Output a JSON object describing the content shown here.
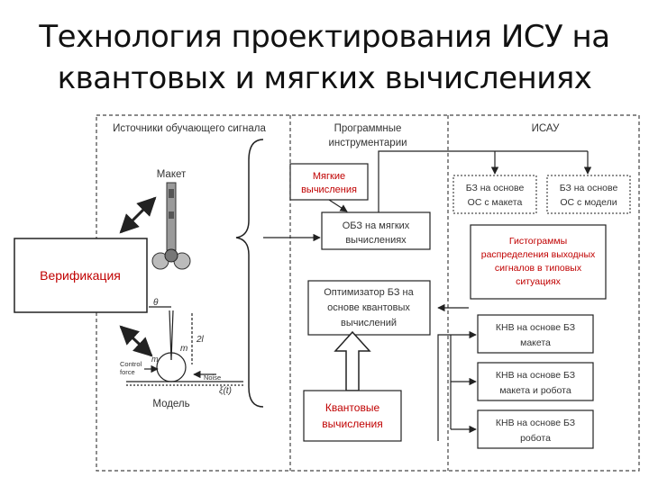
{
  "title": {
    "line1": "Технология проектирования ИСУ на",
    "line2": "квантовых и мягких вычислениях"
  },
  "sections": {
    "sources": "Источники обучающего сигнала",
    "tools_line1": "Программные",
    "tools_line2": "инструментарии",
    "isau": "ИСАУ"
  },
  "sources": {
    "maket": "Макет",
    "model": "Модель",
    "control_force_1": "Control",
    "control_force_2": "force",
    "noise": "Noise",
    "var_theta": "θ",
    "var_m": "m",
    "var_2l": "2l",
    "var_m2": "m",
    "var_t": "ξ(t)"
  },
  "blocks": {
    "soft_line1": "Мягкие",
    "soft_line2": "вычисления",
    "verification": "Верификация",
    "obz_line1": "ОБЗ на мягких",
    "obz_line2": "вычислениях",
    "optimizer_line1": "Оптимизатор БЗ на",
    "optimizer_line2": "основе квантовых",
    "optimizer_line3": "вычислений",
    "quantum_line1": "Квантовые",
    "quantum_line2": "вычисления",
    "bz_maket_line1": "БЗ на основе",
    "bz_maket_line2": "ОС с макета",
    "bz_model_line1": "БЗ на основе",
    "bz_model_line2": "ОС с модели",
    "hist_line1": "Гистограммы",
    "hist_line2": "распределения выходных",
    "hist_line3": "сигналов в типовых",
    "hist_line4": "ситуациях",
    "knv1_line1": "КНВ на основе БЗ",
    "knv1_line2": "макета",
    "knv2_line1": "КНВ на основе БЗ",
    "knv2_line2": "макета и робота",
    "knv3_line1": "КНВ на основе БЗ",
    "knv3_line2": "робота"
  },
  "colors": {
    "accent_red": "#c00000",
    "line": "#222222"
  }
}
